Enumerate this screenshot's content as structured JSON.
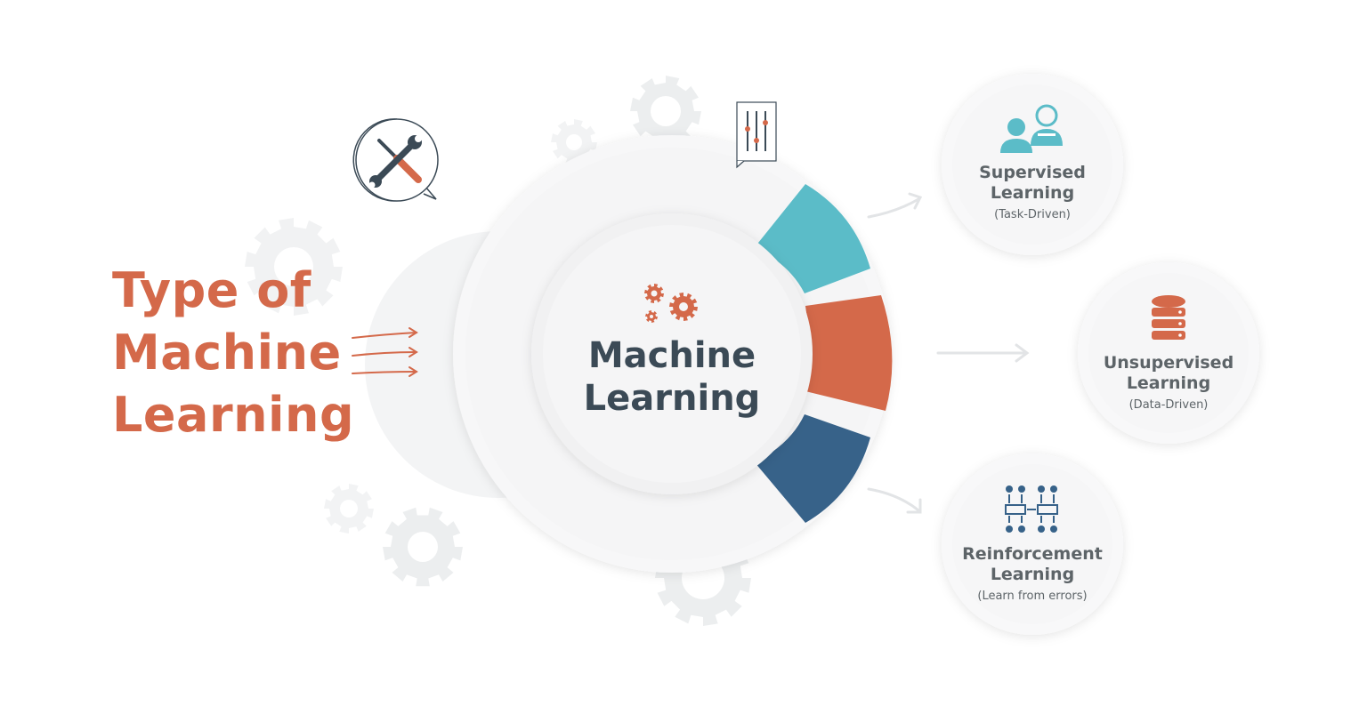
{
  "title": {
    "line1": "Type of",
    "line2": "Machine",
    "line3": "Learning"
  },
  "center": {
    "line1": "Machine",
    "line2": "Learning"
  },
  "types": [
    {
      "name_line1": "Supervised",
      "name_line2": "Learning",
      "subtitle": "(Task-Driven)",
      "color": "#5bbcc8",
      "icon": "people-icon"
    },
    {
      "name_line1": "Unsupervised",
      "name_line2": "Learning",
      "subtitle": "(Data-Driven)",
      "color": "#d4694a",
      "icon": "database-icon"
    },
    {
      "name_line1": "Reinforcement",
      "name_line2": "Learning",
      "subtitle": "(Learn from errors)",
      "color": "#376289",
      "icon": "network-icon"
    }
  ],
  "colors": {
    "accent": "#d4694a",
    "teal": "#5bbcc8",
    "blue": "#376289",
    "dark_text": "#3b4a56",
    "gear_gray": "#eef0f2"
  },
  "icons": [
    "tools-icon",
    "sliders-icon",
    "gears-icon",
    "arrows-icon"
  ]
}
